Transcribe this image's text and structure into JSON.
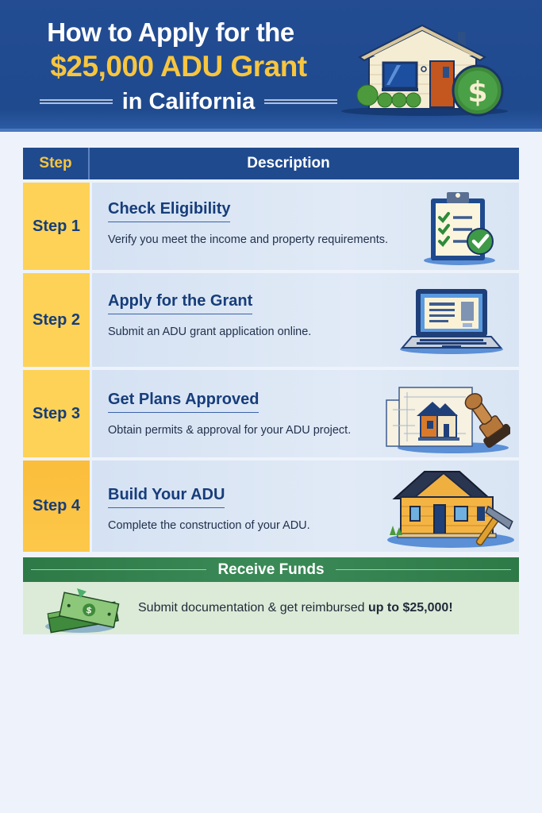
{
  "header": {
    "title_line1": "How to Apply for the",
    "title_line2": "$25,000 ADU Grant",
    "title_line3": "in California",
    "illustration": "house-with-dollar-coin-icon"
  },
  "table": {
    "columns": [
      "Step",
      "Description"
    ],
    "rows": [
      {
        "step": "Step 1",
        "title": "Check Eligibility",
        "text": "Verify you meet the income and property requirements.",
        "icon": "clipboard-checklist-icon"
      },
      {
        "step": "Step 2",
        "title": "Apply for the Grant",
        "text": "Submit an ADU grant application online.",
        "icon": "laptop-icon"
      },
      {
        "step": "Step 3",
        "title": "Get Plans Approved",
        "text": "Obtain permits & approval for your ADU project.",
        "icon": "blueprint-stamp-icon"
      },
      {
        "step": "Step 4",
        "title": "Build Your ADU",
        "text": "Complete the construction of your ADU.",
        "icon": "house-hammer-icon"
      }
    ]
  },
  "funds": {
    "heading": "Receive Funds",
    "text": "Submit documentation & get reimbursed ",
    "text_bold": "up to $25,000!",
    "icon": "cash-stack-icon"
  },
  "colors": {
    "navy": "#1f4a8e",
    "gold": "#f7c53f",
    "step_yellow": "#fdd256",
    "green": "#2e7a47",
    "green_light": "#dcebd8",
    "row_bg": "#dbe6f4",
    "page_bg": "#eef3fb"
  }
}
